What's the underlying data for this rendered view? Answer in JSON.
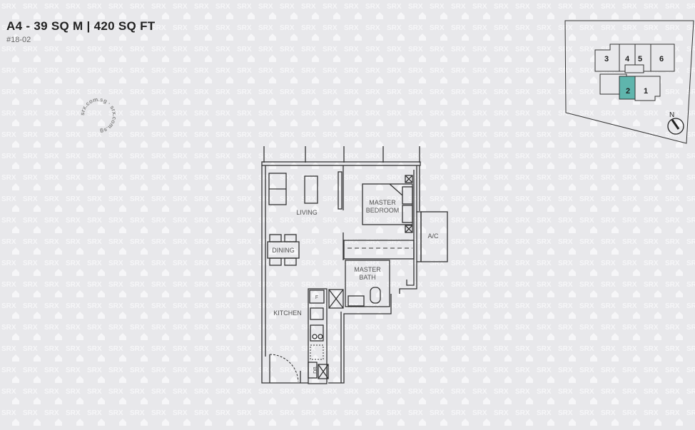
{
  "header": {
    "title": "A4 - 39 SQ M | 420 SQ FT",
    "unit_number": "#18-02"
  },
  "watermark": {
    "text": "SRX",
    "seal_text": "srx.com.sg srx.com.sg"
  },
  "floor_plan": {
    "rooms": {
      "living": "LIVING",
      "master_bedroom_1": "MASTER",
      "master_bedroom_2": "BEDROOM",
      "ac": "A/C",
      "dining": "DINING",
      "master_bath_1": "MASTER",
      "master_bath_2": "BATH",
      "kitchen": "KITCHEN",
      "fridge": "F",
      "db": "DB"
    }
  },
  "key_plan": {
    "units": [
      "1",
      "2",
      "3",
      "4",
      "5",
      "6"
    ],
    "highlighted_unit": "2",
    "highlight_color": "#5fb5ad",
    "north_label": "N"
  },
  "colors": {
    "background": "#e8e8eb",
    "line": "#333333"
  }
}
